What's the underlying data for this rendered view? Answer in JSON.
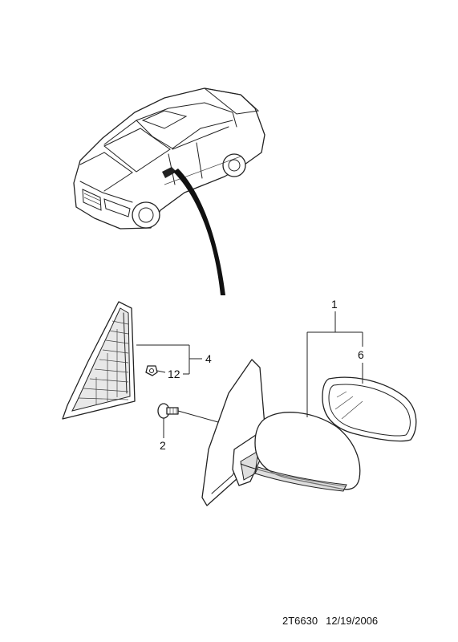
{
  "callouts": {
    "part_1": "1",
    "part_2": "2",
    "part_4": "4",
    "part_6": "6",
    "part_12": "12"
  },
  "footer": {
    "drawing_id": "2T6630",
    "date": "12/19/2006"
  }
}
